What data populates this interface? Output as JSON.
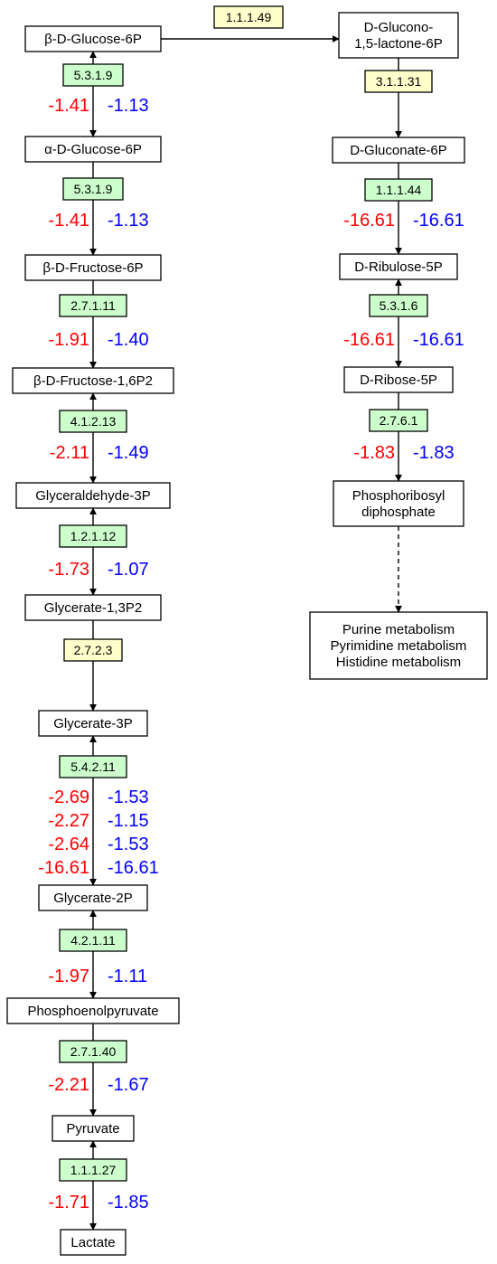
{
  "colors": {
    "enzyme_green": "#ccffcc",
    "enzyme_yellow": "#ffffcc",
    "value_red": "#ff0000",
    "value_blue": "#0000ff",
    "line": "#000000"
  },
  "nodes": {
    "b_d_glucose_6p": "β-D-Glucose-6P",
    "a_d_glucose_6p": "α-D-Glucose-6P",
    "b_d_fructose_6p": "β-D-Fructose-6P",
    "b_d_fructose_16p2": "β-D-Fructose-1,6P2",
    "glyceraldehyde_3p": "Glyceraldehyde-3P",
    "glycerate_13p2": "Glycerate-1,3P2",
    "glycerate_3p": "Glycerate-3P",
    "glycerate_2p": "Glycerate-2P",
    "phosphoenolpyruvate": "Phosphoenolpyruvate",
    "pyruvate": "Pyruvate",
    "lactate": "Lactate",
    "d_glucono_lactone_6p": [
      "D-Glucono-",
      "1,5-lactone-6P"
    ],
    "d_gluconate_6p": "D-Gluconate-6P",
    "d_ribulose_5p": "D-Ribulose-5P",
    "d_ribose_5p": "D-Ribose-5P",
    "phosphoribosyl_diphosphate": [
      "Phosphoribosyl",
      "diphosphate"
    ],
    "downstream_metabolism": [
      "Purine metabolism",
      "Pyrimidine metabolism",
      "Histidine metabolism"
    ]
  },
  "enzymes": {
    "e_5_3_1_9_a": "5.3.1.9",
    "e_5_3_1_9_b": "5.3.1.9",
    "e_2_7_1_11": "2.7.1.11",
    "e_4_1_2_13": "4.1.2.13",
    "e_1_2_1_12": "1.2.1.12",
    "e_2_7_2_3": "2.7.2.3",
    "e_5_4_2_11": "5.4.2.11",
    "e_4_2_1_11": "4.2.1.11",
    "e_2_7_1_40": "2.7.1.40",
    "e_1_1_1_27": "1.1.1.27",
    "e_1_1_1_49": "1.1.1.49",
    "e_3_1_1_31": "3.1.1.31",
    "e_1_1_1_44": "1.1.1.44",
    "e_5_3_1_6": "5.3.1.6",
    "e_2_7_6_1": "2.7.6.1"
  },
  "values": {
    "s1": {
      "red": [
        "-1.41"
      ],
      "blue": [
        "-1.13"
      ]
    },
    "s2": {
      "red": [
        "-1.41"
      ],
      "blue": [
        "-1.13"
      ]
    },
    "s3": {
      "red": [
        "-1.91"
      ],
      "blue": [
        "-1.40"
      ]
    },
    "s4": {
      "red": [
        "-2.11"
      ],
      "blue": [
        "-1.49"
      ]
    },
    "s5": {
      "red": [
        "-1.73"
      ],
      "blue": [
        "-1.07"
      ]
    },
    "s7": {
      "red": [
        "-2.69",
        "-2.27",
        "-2.64",
        "-16.61"
      ],
      "blue": [
        "-1.53",
        "-1.15",
        "-1.53",
        "-16.61"
      ]
    },
    "s8": {
      "red": [
        "-1.97"
      ],
      "blue": [
        "-1.11"
      ]
    },
    "s9": {
      "red": [
        "-2.21"
      ],
      "blue": [
        "-1.67"
      ]
    },
    "s10": {
      "red": [
        "-1.71"
      ],
      "blue": [
        "-1.85"
      ]
    },
    "r2": {
      "red": [
        "-16.61"
      ],
      "blue": [
        "-16.61"
      ]
    },
    "r3": {
      "red": [
        "-16.61"
      ],
      "blue": [
        "-16.61"
      ]
    },
    "r4": {
      "red": [
        "-1.83"
      ],
      "blue": [
        "-1.83"
      ]
    }
  }
}
